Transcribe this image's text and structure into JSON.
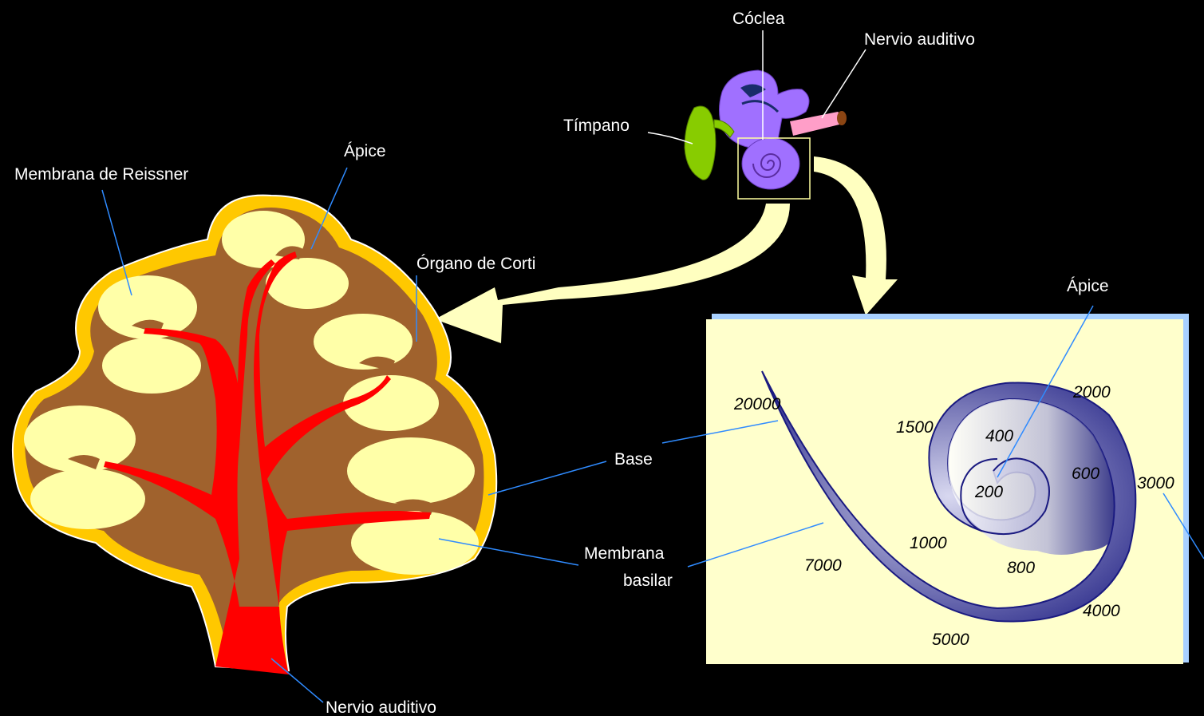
{
  "labels": {
    "coclea": "Cóclea",
    "nervio_auditivo_top": "Nervio auditivo",
    "timpano": "Tímpano",
    "apice_left": "Ápice",
    "membrana_reissner": "Membrana de Reissner",
    "organo_corti": "Órgano de Corti",
    "base": "Base",
    "membrana_basilar_1": "Membrana",
    "membrana_basilar_2": "basilar",
    "nervio_auditivo_bottom": "Nervio auditivo",
    "apice_right": "Ápice"
  },
  "frequencies": [
    "20000",
    "1500",
    "400",
    "2000",
    "600",
    "3000",
    "200",
    "1000",
    "800",
    "7000",
    "4000",
    "5000"
  ],
  "colors": {
    "background": "#000000",
    "cochlea_body": "#ffc800",
    "chamber": "#ffffa8",
    "tissue": "#a0622d",
    "nerve": "#ff0000",
    "arrow": "#ffffc0",
    "panel": "#ffffcc",
    "spiral": "#1a1a80",
    "leader_line": "#2f8bff",
    "ear_purple": "#a070ff",
    "ear_green": "#88cc00",
    "ear_nerve": "#ff9ec8"
  }
}
